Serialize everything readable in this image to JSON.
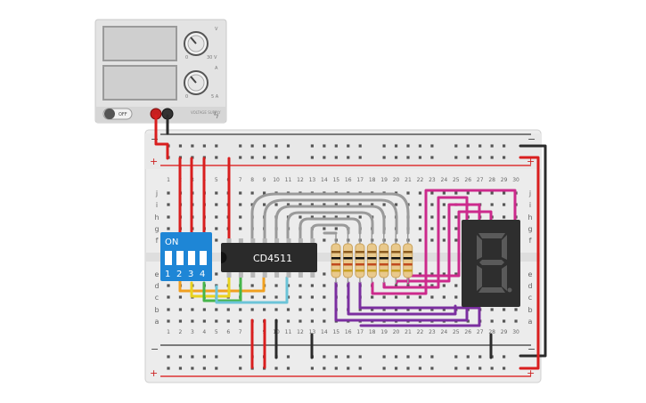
{
  "power_supply": {
    "voltage_knob_label": "V",
    "current_knob_label": "A",
    "voltage_max": "30 V",
    "voltage_min": "0",
    "current_max": "5 A",
    "current_min": "0",
    "power_toggle_label": "OFF",
    "brand_text": "VOLTAGE SUPPLY"
  },
  "breadboard": {
    "rail_plus": "+",
    "rail_minus": "−",
    "row_letters_top": [
      "j",
      "i",
      "h",
      "g",
      "f"
    ],
    "row_letters_bottom": [
      "e",
      "d",
      "c",
      "b",
      "a"
    ],
    "column_numbers": [
      "1",
      "2",
      "3",
      "4",
      "5",
      "6",
      "7",
      "8",
      "9",
      "10",
      "11",
      "12",
      "13",
      "14",
      "15",
      "16",
      "17",
      "18",
      "19",
      "20",
      "21",
      "22",
      "23",
      "24",
      "25",
      "26",
      "27",
      "28",
      "29",
      "30"
    ]
  },
  "dip_switch": {
    "on_label": "ON",
    "switch_numbers": [
      "1",
      "2",
      "3",
      "4"
    ]
  },
  "ic": {
    "part_label": "CD4511"
  },
  "seven_segment": {
    "displayed_digit": "8"
  },
  "colors": {
    "wire_red": "#d91e1e",
    "wire_black": "#2b2b2b",
    "wire_gray": "#9a9a9a",
    "wire_pink": "#cc2a8c",
    "wire_purple": "#7b2fa0",
    "wire_orange": "#f0a020",
    "wire_yellow": "#e8d21e",
    "wire_green": "#46b54a",
    "wire_teal": "#6cc4d8",
    "dip_blue": "#1e86d6",
    "ic_body": "#2a2a2a",
    "display_body": "#2e2e2e"
  }
}
